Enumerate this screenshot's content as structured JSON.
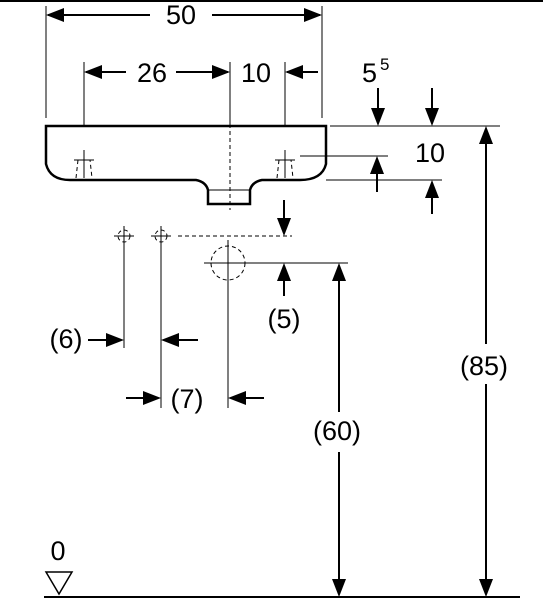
{
  "labels": {
    "overall_width": "50",
    "tap_offset_left": "26",
    "tap_offset_right": "10",
    "top_depth_base": "5",
    "top_depth_sup": "5",
    "rim_height": "10",
    "waste_offset": "(5)",
    "supply_left": "(6)",
    "supply_spacing": "(7)",
    "waste_height": "(60)",
    "overall_height": "(85)",
    "floor_level": "0"
  }
}
